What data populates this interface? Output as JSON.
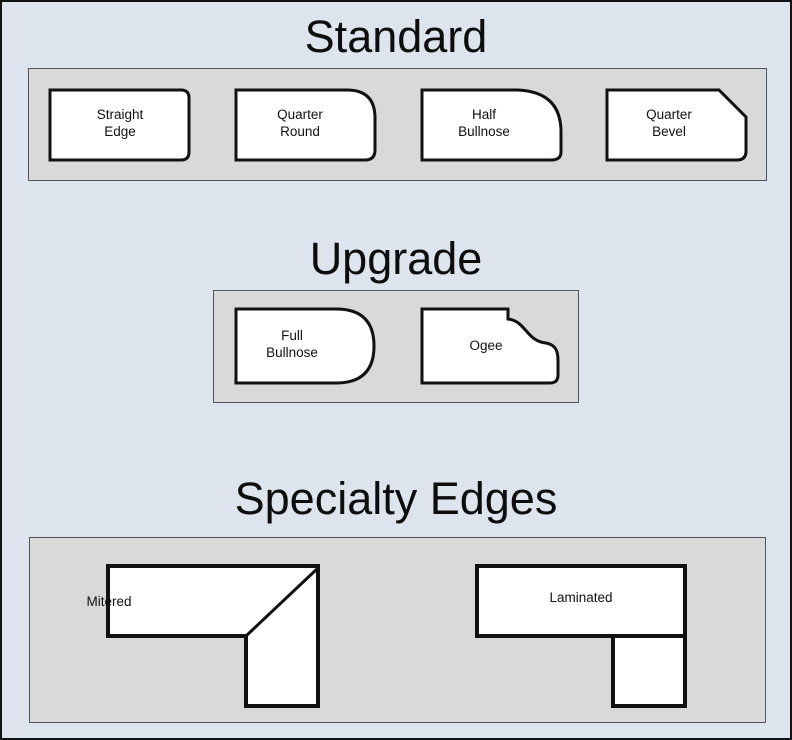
{
  "page": {
    "background_color": "#dde4ee",
    "panel_color": "#d9d9d9",
    "border_color": "#4d545e",
    "shape_fill": "#ffffff",
    "shape_stroke": "#111111"
  },
  "sections": [
    {
      "id": "standard",
      "title": "Standard",
      "shapes": [
        {
          "id": "straight-edge",
          "label": "Straight\nEdge",
          "profile": "straight-edge"
        },
        {
          "id": "quarter-round",
          "label": "Quarter\nRound",
          "profile": "quarter-round"
        },
        {
          "id": "half-bullnose",
          "label": "Half\nBullnose",
          "profile": "half-bullnose"
        },
        {
          "id": "quarter-bevel",
          "label": "Quarter\nBevel",
          "profile": "quarter-bevel"
        }
      ]
    },
    {
      "id": "upgrade",
      "title": "Upgrade",
      "shapes": [
        {
          "id": "full-bullnose",
          "label": "Full\nBullnose",
          "profile": "full-bullnose"
        },
        {
          "id": "ogee",
          "label": "Ogee",
          "profile": "ogee"
        }
      ]
    },
    {
      "id": "specialty",
      "title": "Specialty Edges",
      "shapes": [
        {
          "id": "mitered",
          "label": "Mitered",
          "profile": "mitered-l-profile"
        },
        {
          "id": "laminated",
          "label": "Laminated",
          "profile": "laminated-l-profile"
        }
      ]
    }
  ]
}
